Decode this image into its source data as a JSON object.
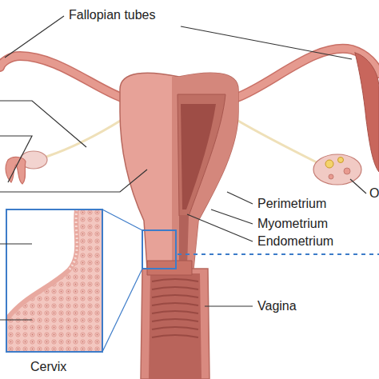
{
  "diagram": {
    "labels": [
      "Fallopian tubes",
      "O",
      "Perimetrium",
      "Myometrium",
      "Endometrium",
      "Vagina",
      "Cervix"
    ]
  }
}
